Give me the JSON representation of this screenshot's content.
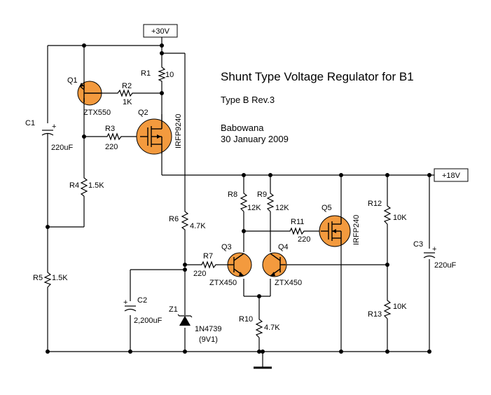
{
  "title": "Shunt Type Voltage Regulator for B1",
  "subtitle": "Type B Rev.3",
  "author": "Babowana",
  "date": "30 January 2009",
  "rails": {
    "top": "+30V",
    "output": "+18V"
  },
  "components": {
    "R1": {
      "name": "R1",
      "value": "10"
    },
    "R2": {
      "name": "R2",
      "value": "1K"
    },
    "R3": {
      "name": "R3",
      "value": "220"
    },
    "R4": {
      "name": "R4",
      "value": "1.5K"
    },
    "R5": {
      "name": "R5",
      "value": "1.5K"
    },
    "R6": {
      "name": "R6",
      "value": "4.7K"
    },
    "R7": {
      "name": "R7",
      "value": "220"
    },
    "R8": {
      "name": "R8",
      "value": "12K"
    },
    "R9": {
      "name": "R9",
      "value": "12K"
    },
    "R10": {
      "name": "R10",
      "value": "4.7K"
    },
    "R11": {
      "name": "R11",
      "value": "220"
    },
    "R12": {
      "name": "R12",
      "value": "10K"
    },
    "R13": {
      "name": "R13",
      "value": "10K"
    },
    "C1": {
      "name": "C1",
      "value": "220uF"
    },
    "C2": {
      "name": "C2",
      "value": "2,200uF"
    },
    "C3": {
      "name": "C3",
      "value": "220uF"
    },
    "Q1": {
      "name": "Q1",
      "part": "ZTX550"
    },
    "Q2": {
      "name": "Q2",
      "part": "IRFP9240"
    },
    "Q3": {
      "name": "Q3",
      "part": "ZTX450"
    },
    "Q4": {
      "name": "Q4",
      "part": "ZTX450"
    },
    "Q5": {
      "name": "Q5",
      "part": "IRFP240"
    },
    "Z1": {
      "name": "Z1",
      "part": "1N4739",
      "note": "(9V1)"
    }
  },
  "colors": {
    "transistor_fill": "#f39a3e",
    "wire": "#000000"
  },
  "icons": {
    "ground": "ground-icon",
    "polarity": "plus-sign"
  }
}
